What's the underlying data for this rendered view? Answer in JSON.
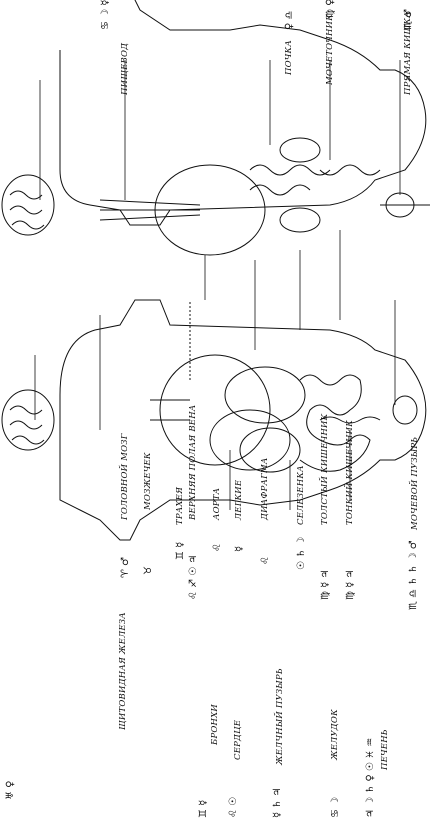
{
  "labels": {
    "thyroid": "ЩИТОВИДНАЯ ЖЕЛЕЗА",
    "bronchi": "БРОНХИ",
    "heart": "СЕРДЦЕ",
    "gallbladder": "ЖЕЛЧНЫЙ ПУЗЫРЬ",
    "stomach": "ЖЕЛУДОК",
    "liver": "ПЕЧЕНЬ",
    "brain": "ГОЛОВНОЙ МОЗГ",
    "cerebellum": "МОЗЖЕЧЕК",
    "trachea": "ТРАХЕЯ",
    "upper_vein": "ВЕРХНЯЯ ПОЛАЯ ВЕНА",
    "aorta": "АОРТА",
    "lungs": "ЛЕГКИЕ",
    "diaphragm": "ДИАФРАГМА",
    "spleen": "СЕЛЕЗЕНКА",
    "large_intestine": "ТОЛСТЫЙ КИШЕЧНИК",
    "small_intestine": "ТОНКИЙ КИШЕЧНИК",
    "bladder": "МОЧЕВОЙ ПУЗЫРЬ",
    "esophagus": "ПИЩЕВОД",
    "kidney": "ПОЧКА",
    "ureter": "МОЧЕТОЧНИК",
    "rectum": "ПРЯМАЯ КИШКА"
  },
  "symbols": {
    "thyroid": "♅ ♀",
    "bronchi": "♊ ☿",
    "heart": "♌ ☉",
    "gallbladder": "☿ ♄ ♃",
    "stomach": "♋ ☽",
    "liver": "♃ ☽ ♄ ♀ ☉ ♓ ♒",
    "brain": "♈ ♂",
    "cerebellum": "♉",
    "trachea": "♊ ☿",
    "upper_vein": "♌ ♐ ☉ ♃",
    "aorta": "♌",
    "lungs": "☿",
    "diaphragm": "♌",
    "spleen": "☉ ♄ ☽",
    "large_intestine": "♍ ☿ ♃",
    "small_intestine": "♍ ☿ ♃",
    "bladder": "♏ ♎ ♄ ♄ ☽ ♂",
    "esophagus": "♋ ☽ ☿",
    "kidney": "♀ ♎",
    "ureter": "♍ ♀",
    "rectum": "♏ ♂"
  },
  "colors": {
    "ink": "#111111",
    "paper": "#ffffff"
  }
}
